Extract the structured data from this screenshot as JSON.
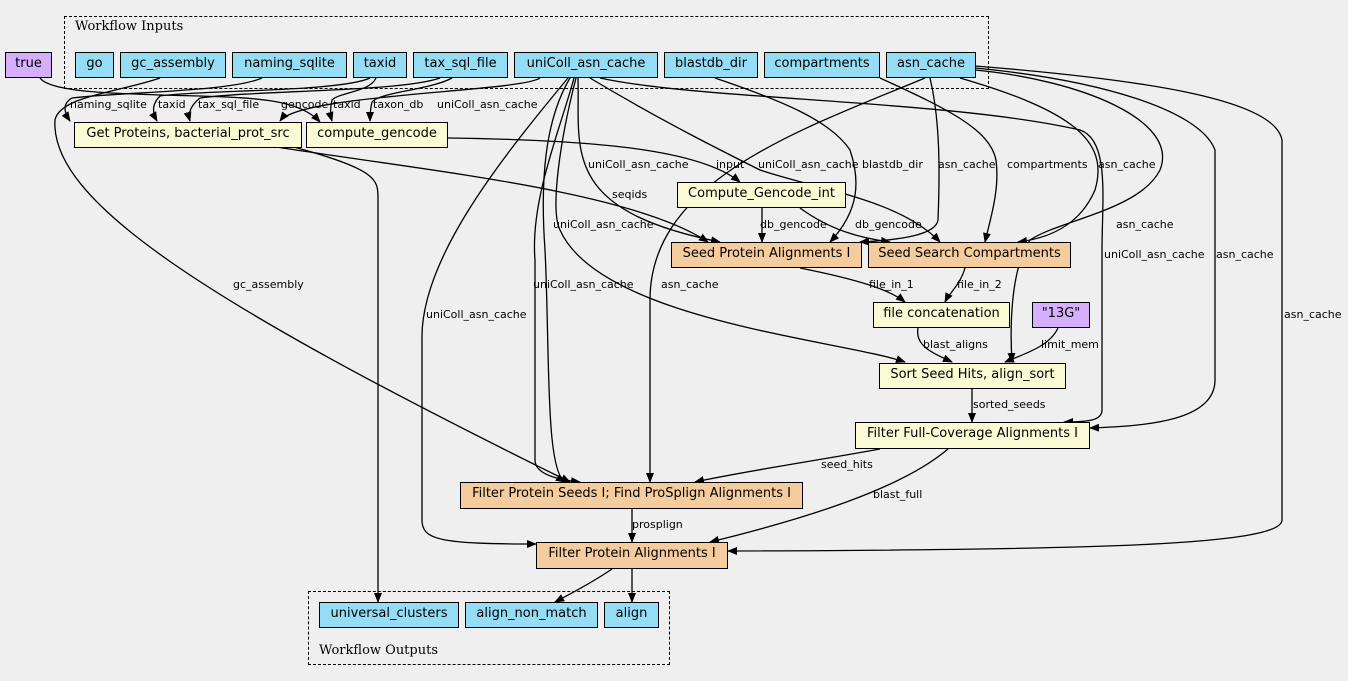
{
  "clusters": {
    "inputs_label": "Workflow Inputs",
    "outputs_label": "Workflow Outputs"
  },
  "nodes": {
    "true_const": "true",
    "go": "go",
    "gc_assembly": "gc_assembly",
    "naming_sqlite": "naming_sqlite",
    "taxid": "taxid",
    "tax_sql_file": "tax_sql_file",
    "unicoll_asn_cache": "uniColl_asn_cache",
    "blastdb_dir": "blastdb_dir",
    "compartments": "compartments",
    "asn_cache": "asn_cache",
    "get_proteins": "Get Proteins, bacterial_prot_src",
    "compute_gencode": "compute_gencode",
    "compute_gencode_int": "Compute_Gencode_int",
    "seed_protein_alignments": "Seed Protein Alignments I",
    "seed_search_compartments": "Seed Search Compartments",
    "file_concatenation": "file concatenation",
    "mem_13g": "\"13G\"",
    "sort_seed_hits": "Sort Seed Hits, align_sort",
    "filter_full_coverage": "Filter Full-Coverage Alignments I",
    "filter_protein_seeds": "Filter Protein Seeds I; Find ProSplign Alignments I",
    "filter_protein_alignments": "Filter Protein Alignments I",
    "universal_clusters": "universal_clusters",
    "align_non_match": "align_non_match",
    "align": "align"
  },
  "edge_labels": {
    "naming_sqlite": "naming_sqlite",
    "taxid_1": "taxid",
    "tax_sql_file": "tax_sql_file",
    "gencode": "gencode",
    "taxid_2": "taxid",
    "taxon_db": "taxon_db",
    "unicoll_1": "uniColl_asn_cache",
    "unicoll_2": "uniColl_asn_cache",
    "input": "input",
    "unicoll_3": "uniColl_asn_cache",
    "blastdb_dir": "blastdb_dir",
    "asn_cache_1": "asn_cache",
    "compartments": "compartments",
    "asn_cache_2": "asn_cache",
    "seqids": "seqids",
    "asn_cache_3": "asn_cache",
    "unicoll_4": "uniColl_asn_cache",
    "db_gencode_1": "db_gencode",
    "db_gencode_2": "db_gencode",
    "unicoll_5": "uniColl_asn_cache",
    "asn_cache_4": "asn_cache",
    "gc_assembly": "gc_assembly",
    "unicoll_6": "uniColl_asn_cache",
    "asn_cache_5": "asn_cache",
    "file_in_1": "file_in_1",
    "file_in_2": "file_in_2",
    "asn_cache_6": "asn_cache",
    "unicoll_7": "uniColl_asn_cache",
    "blast_aligns": "blast_aligns",
    "limit_mem": "limit_mem",
    "sorted_seeds": "sorted_seeds",
    "seed_hits": "seed_hits",
    "blast_full": "blast_full",
    "prosplign": "prosplign"
  }
}
